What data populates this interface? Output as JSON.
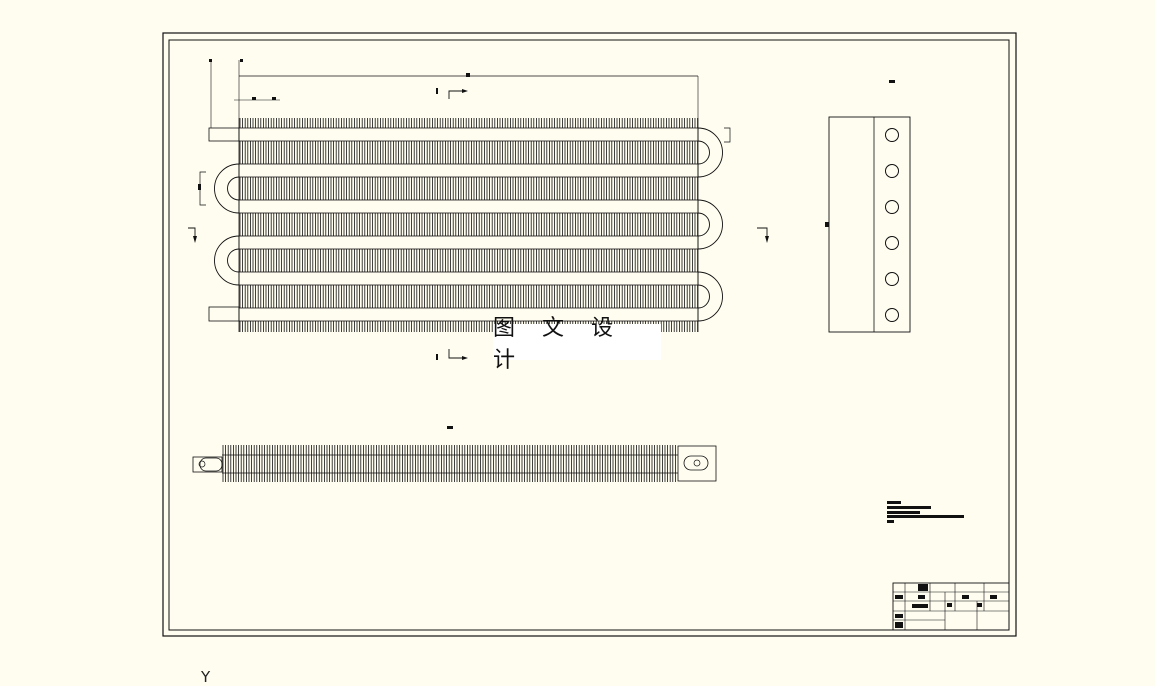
{
  "watermark": {
    "text": "图 文 设 计"
  },
  "ucs_axis": {
    "label": "Y"
  },
  "colors": {
    "background": "#fffdf0",
    "line": "#111111",
    "watermark_bg": "#ffffff"
  },
  "drawing": {
    "tube_rows": 6,
    "holes_in_side_view": 6
  }
}
